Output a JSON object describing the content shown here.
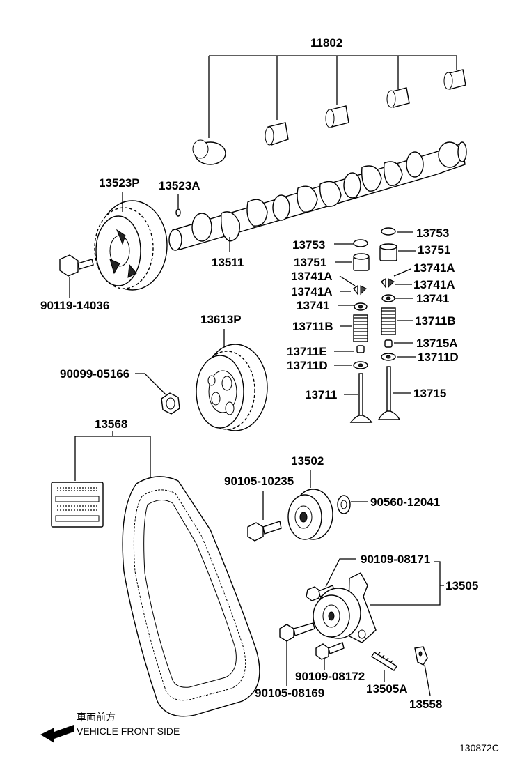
{
  "labels": {
    "bearing_set": "11802",
    "camshaft": "13511",
    "camshaft_sprocket": "13523P",
    "knock_pin": "13523A",
    "sprocket_bolt": "90119-14036",
    "camshaft_pulley_2": "13613P",
    "nut_2": "90099-05166",
    "belt": "13568",
    "idler_pulley": "13502",
    "idler_bolt": "90105-10235",
    "washer_idler": "90560-12041",
    "tensioner_assy": "13505",
    "tensioner_bolt_a": "90109-08171",
    "tensioner_bolt_b": "90109-08172",
    "tensioner_bolt_c": "90105-08169",
    "tensioner_spring": "13505A",
    "tensioner_bracket": "13558",
    "shim_left": "13753",
    "shim_right": "13753",
    "lifter_left": "13751",
    "lifter_right": "13751",
    "lock_left_1": "13741A",
    "lock_left_2": "13741A",
    "lock_right_1": "13741A",
    "lock_right_2": "13741A",
    "retainer_left": "13741",
    "retainer_right": "13741",
    "spring_left": "13711B",
    "spring_right": "13711B",
    "stem_seal_left": "13711E",
    "stem_seal_right": "13715A",
    "spring_seat_left": "13711D",
    "spring_seat_right": "13711D",
    "intake_valve": "13711",
    "exhaust_valve": "13715"
  },
  "footer": {
    "direction_jp": "車両前方",
    "direction_en": "VEHICLE FRONT SIDE",
    "diagram_code": "130872C"
  }
}
